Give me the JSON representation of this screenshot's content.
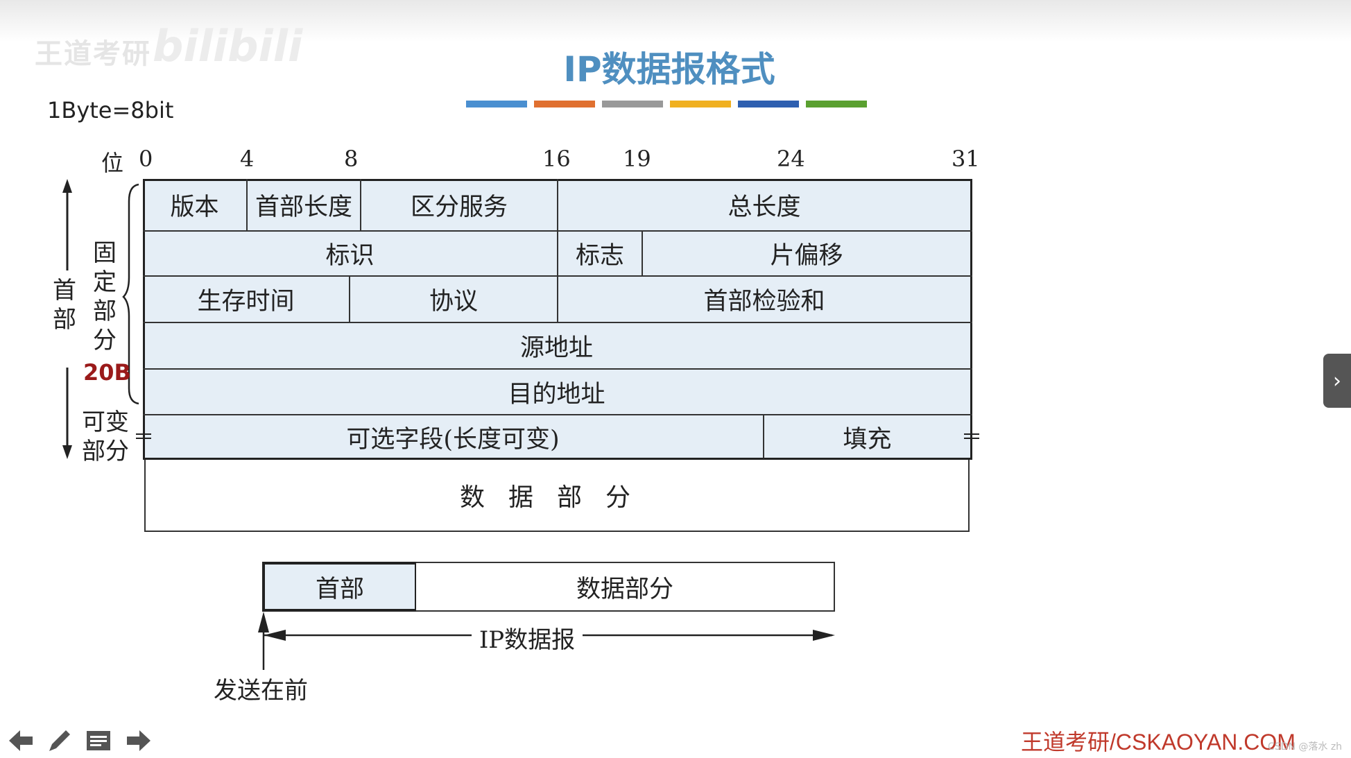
{
  "watermark": {
    "channel": "王道考研",
    "site": "bilibili"
  },
  "title": "IP数据报格式",
  "colors": {
    "title": "#4f8fc0",
    "bars": [
      "#4a8fd0",
      "#e07030",
      "#999999",
      "#f0b020",
      "#2e5fb0",
      "#5aa030"
    ],
    "header_fill": "#e5eef6",
    "size_highlight": "#9a1a1a",
    "brand": "#c0392b"
  },
  "byte_note": "1Byte=8bit",
  "bit_axis": {
    "label": "位",
    "ticks": [
      "0",
      "4",
      "8",
      "16",
      "19",
      "24",
      "31"
    ]
  },
  "side_labels": {
    "header": "首部",
    "fixed": "固定部分",
    "fixed_size": "20B",
    "variable": "可变部分"
  },
  "fields": {
    "version": "版本",
    "header_length": "首部长度",
    "tos": "区分服务",
    "total_length": "总长度",
    "identification": "标识",
    "flags": "标志",
    "fragment_offset": "片偏移",
    "ttl": "生存时间",
    "protocol": "协议",
    "checksum": "首部检验和",
    "source": "源地址",
    "destination": "目的地址",
    "options": "可选字段(长度可变)",
    "padding": "填充",
    "data": "数据部分"
  },
  "summary": {
    "header": "首部",
    "data": "数据部分",
    "datagram_label": "IP数据报",
    "send_first": "发送在前"
  },
  "nav": {
    "prev": "arrow-left-icon",
    "pen": "pen-icon",
    "menu": "menu-icon",
    "next": "arrow-right-icon"
  },
  "brand": "王道考研/CSKAOYAN.COM",
  "credit": "CSDN @落水 zh"
}
